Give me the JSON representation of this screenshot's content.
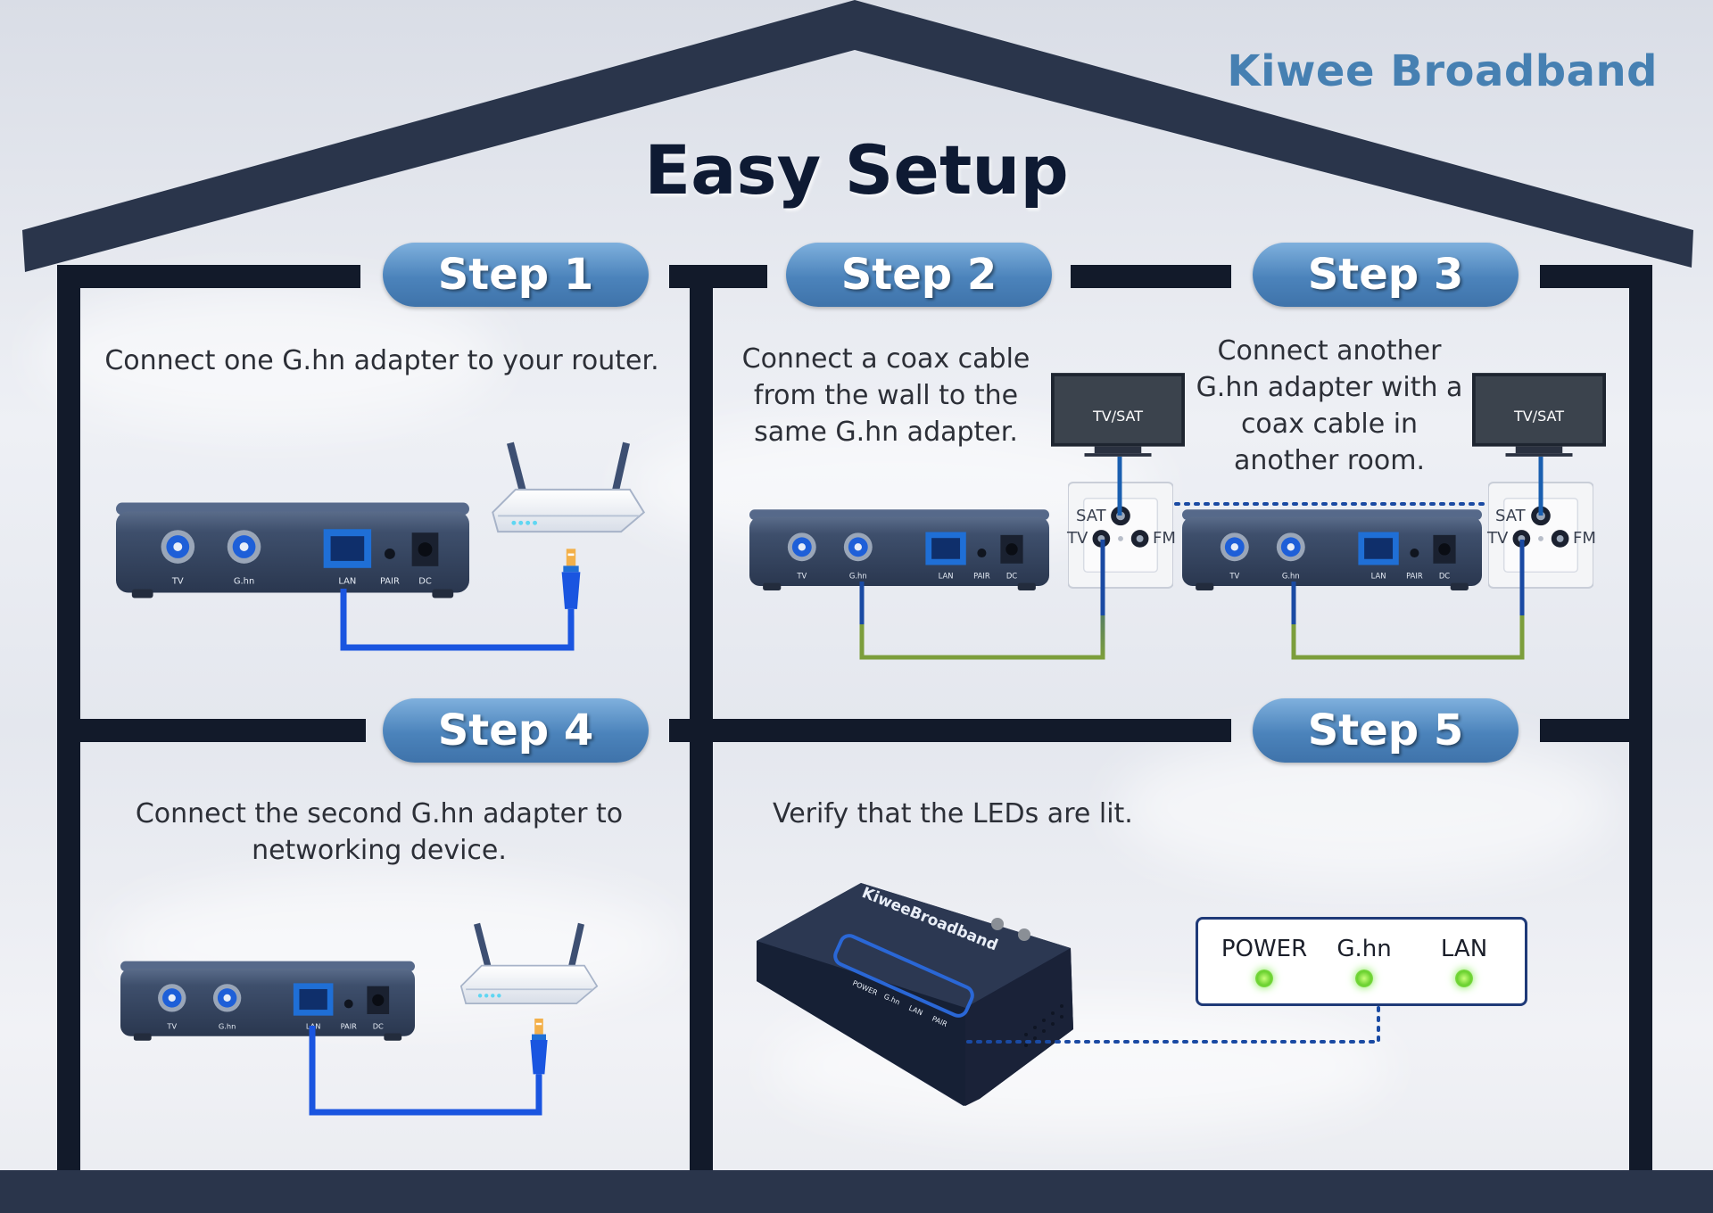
{
  "brand": "Kiwee Broadband",
  "title": "Easy Setup",
  "colors": {
    "frame": "#243046",
    "pill": "#4b83bb",
    "brand": "#4680b2",
    "ethernet": "#1a55e0",
    "coax_green": "#7c9e3c",
    "coax_blue": "#1a4aa3",
    "led_green": "#6ad12f"
  },
  "steps": [
    {
      "label": "Step 1",
      "text": "Connect one G.hn adapter to your router."
    },
    {
      "label": "Step 2",
      "text": "Connect a coax cable from the wall to the same G.hn adapter."
    },
    {
      "label": "Step 3",
      "text": "Connect another G.hn adapter with a coax cable in another room."
    },
    {
      "label": "Step 4",
      "text": "Connect the second G.hn adapter to networking device."
    },
    {
      "label": "Step 5",
      "text": "Verify that the LEDs are lit."
    }
  ],
  "adapter_ports": {
    "tv": "TV",
    "ghn": "G.hn",
    "lan": "LAN",
    "pair": "PAIR",
    "dc": "DC"
  },
  "wall_outlet": {
    "sat": "SAT",
    "tv": "TV",
    "fm": "FM"
  },
  "tv_label": "TV/SAT",
  "device_brand": "KiweeBroadband",
  "device_leds": [
    "POWER",
    "G.hn",
    "LAN",
    "PAIR"
  ],
  "led_panel": [
    {
      "label": "POWER",
      "lit": true
    },
    {
      "label": "G.hn",
      "lit": true
    },
    {
      "label": "LAN",
      "lit": true
    }
  ]
}
